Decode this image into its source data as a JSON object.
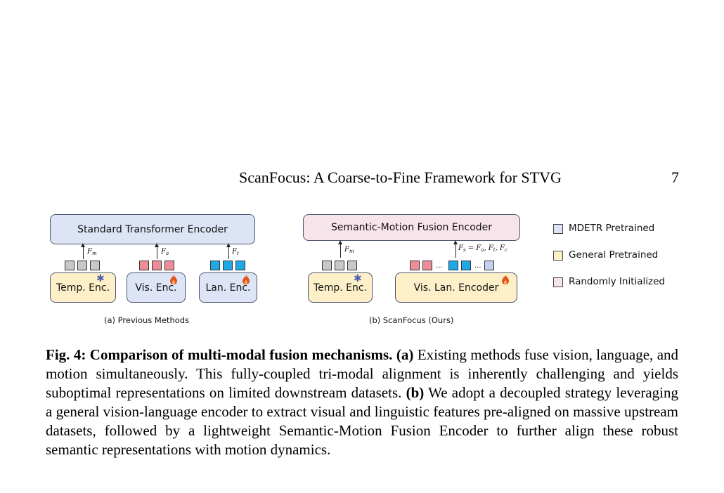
{
  "header": {
    "title": "ScanFocus: A Coarse-to-Fine Framework for STVG",
    "page_number": "7"
  },
  "figure": {
    "left": {
      "encoder": "Standard Transformer Encoder",
      "temp_enc": "Temp. Enc.",
      "vis_enc": "Vis. Enc.",
      "lan_enc": "Lan. Enc.",
      "f_m": "F",
      "f_m_sub": "m",
      "f_a": "F",
      "f_a_sub": "a",
      "f_t": "F",
      "f_t_sub": "t",
      "caption": "(a) Previous Methods"
    },
    "right": {
      "encoder": "Semantic-Motion Fusion Encoder",
      "temp_enc": "Temp. Enc.",
      "vis_lan_enc": "Vis. Lan. Encoder",
      "f_m": "F",
      "f_m_sub": "m",
      "f_s": "F",
      "f_s_sub": "s",
      "f_s_eq": " = ",
      "f_s_rhs": "F",
      "f_s_rhs_sub": "a",
      "f_s_rhs2": ", F",
      "f_s_rhs2_sub": "t",
      "f_s_rhs3": ", F",
      "f_s_rhs3_sub": "c",
      "dots": "...",
      "caption": "(b) ScanFocus (Ours)"
    },
    "legend": [
      {
        "label": "MDETR Pretrained",
        "color": "#dce4f5"
      },
      {
        "label": "General Pretrained",
        "color": "#fdf0c9"
      },
      {
        "label": "Randomly Initialized",
        "color": "#f6e4ea"
      }
    ],
    "colors": {
      "frozen_icon": "#4a5fa8",
      "trainable_icon": "#e0541c"
    }
  },
  "caption": {
    "label": "Fig. 4:",
    "title": "Comparison of multi-modal fusion mechanisms.",
    "a_tag": "(a)",
    "a_text": "Existing methods fuse vision, language, and motion simultaneously. This fully-coupled tri-modal alignment is inherently challenging and yields suboptimal representations on limited downstream datasets.",
    "b_tag": "(b)",
    "b_text": "We adopt a decoupled strategy leveraging a general vision-language encoder to extract visual and linguistic features pre-aligned on massive upstream datasets, followed by a lightweight Semantic-Motion Fusion Encoder to further align these robust semantic representations with motion dynamics."
  }
}
